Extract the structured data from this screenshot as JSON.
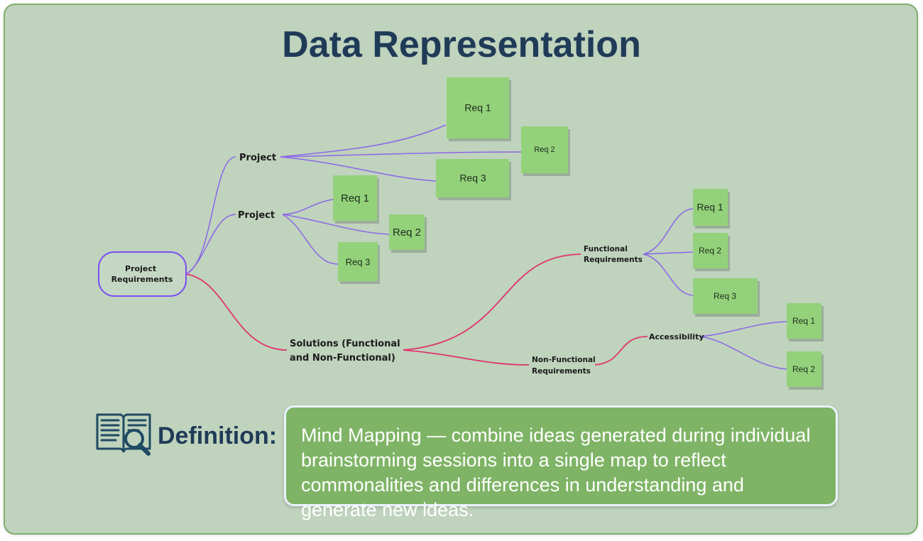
{
  "title": "Data Representation",
  "mindmap": {
    "root": "Project Requirements",
    "branches": [
      {
        "label": "Project",
        "notes": [
          "Req 1",
          "Req 2",
          "Req 3"
        ]
      },
      {
        "label": "Project",
        "notes": [
          "Req 1",
          "Req 2",
          "Req 3"
        ]
      },
      {
        "label": "Solutions (Functional and Non-Functional)",
        "children": [
          {
            "label": "Functional Requirements",
            "notes": [
              "Req 1",
              "Req 2",
              "Req 3"
            ]
          },
          {
            "label": "Non-Functional Requirements",
            "children": [
              {
                "label": "Accessibility",
                "notes": [
                  "Req 1",
                  "Req 2"
                ]
              }
            ]
          }
        ]
      }
    ]
  },
  "colors": {
    "panel": "#bfd3bd",
    "title": "#1f3b57",
    "note": "#93d27a",
    "branch_purple": "#8b67e6",
    "branch_red": "#e0346d",
    "definition_box": "#7fb466"
  },
  "definition": {
    "icon": "book-magnifier-icon",
    "label": "Definition:",
    "text": "Mind Mapping — combine ideas generated during individual brainstorming sessions into a single map to reflect commonalities and differences in understanding and generate new ideas."
  }
}
